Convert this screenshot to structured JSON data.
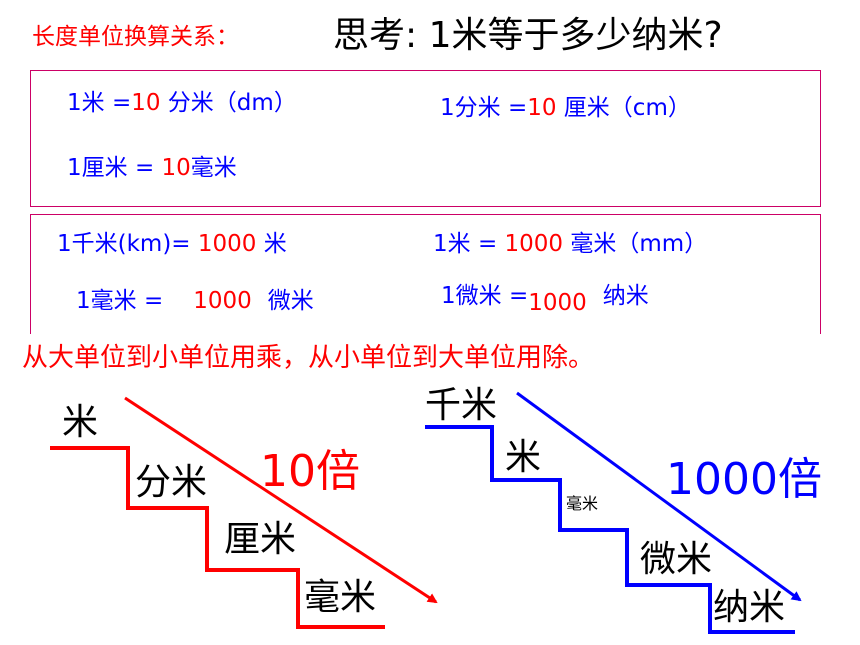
{
  "colors": {
    "red": "#ff0000",
    "blue": "#0000ff",
    "border": "#cc0066"
  },
  "title": {
    "prefix": "长度单位换算关系：",
    "question": "思考: 1米等于多少纳米?"
  },
  "box1": {
    "r1a": {
      "lhs": "1米 =",
      "num": "10",
      "rhs": " 分米（dm）"
    },
    "r1b": {
      "lhs": "1分米 =",
      "num": "10",
      "rhs": " 厘米（cm）"
    },
    "r2a": {
      "lhs": "1厘米 =",
      "num": " 10",
      "rhs": "毫米"
    }
  },
  "box2": {
    "r1a": {
      "lhs": "1千米(km)=",
      "num": " 1000",
      "rhs": " 米"
    },
    "r1b": {
      "lhs": "1米 =",
      "num": " 1000",
      "rhs": " 毫米（mm）"
    },
    "r2a": {
      "lhs": "1毫米 =",
      "num": "1000",
      "rhs": "微米"
    },
    "r2b": {
      "lhs": "1微米 =",
      "num": "1000",
      "rhs": "纳米"
    }
  },
  "rule": "从大单位到小单位用乘，从小单位到大单位用除。",
  "left_stairs": {
    "steps": [
      "米",
      "分米",
      "厘米",
      "毫米"
    ],
    "factor": "10倍"
  },
  "right_stairs": {
    "steps": [
      "千米",
      "米",
      "毫米",
      "微米",
      "纳米"
    ],
    "factor": "1000倍"
  }
}
